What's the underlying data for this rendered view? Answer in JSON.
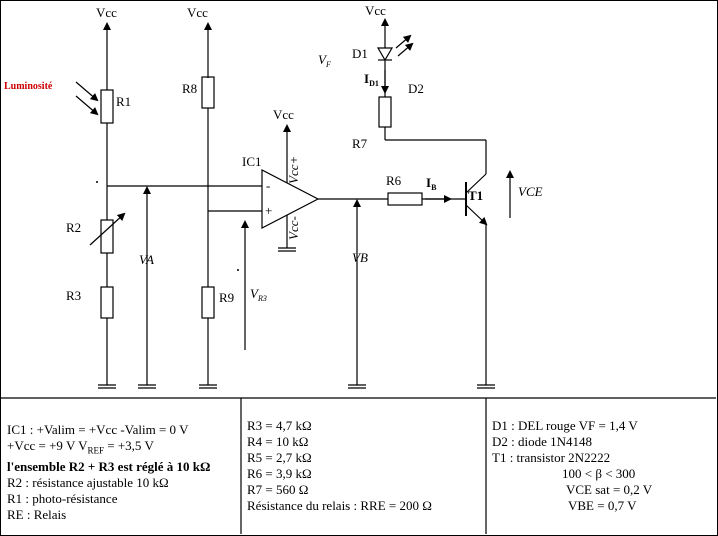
{
  "diagram": {
    "labels": {
      "vcc": "Vcc",
      "luminosite": "Luminosité",
      "r1": "R1",
      "r2": "R2",
      "r3": "R3",
      "r6": "R6",
      "r7": "R7",
      "r8": "R8",
      "r9": "R9",
      "ic1": "IC1",
      "d1": "D1",
      "d2": "D2",
      "t1": "T1",
      "vf": "V",
      "vf_sub": "F",
      "id1": "I",
      "id1_sub": "D1",
      "ib": "I",
      "ib_sub": "B",
      "vce": "VCE",
      "va": "VA",
      "vb": "VB",
      "vr3": "V",
      "vr3_sub": "R3",
      "vcc_plus": "Vcc+",
      "vcc_minus": "Vcc-",
      "minus": "-",
      "plus": "+"
    }
  },
  "table": {
    "col1": [
      "IC1 : +Valim = +Vcc     -Valim = 0 V",
      "+Vcc = +9 V   V",
      "REF",
      " = +3,5 V",
      "l'ensemble R2 + R3 est réglé à 10 kΩ",
      "R2 : résistance ajustable 10 kΩ",
      "R1 : photo-résistance",
      "RE : Relais"
    ],
    "col2": [
      "R3 = 4,7 kΩ",
      "R4 = 10 kΩ",
      "R5 = 2,7 kΩ",
      "R6 = 3,9 kΩ",
      "R7 = 560 Ω",
      "Résistance du relais : RRE = 200 Ω"
    ],
    "col3": [
      "D1 : DEL rouge VF = 1,4 V",
      "D2 : diode 1N4148",
      "T1 : transistor 2N2222",
      "100 < β < 300",
      "VCE sat = 0,2 V",
      "VBE = 0,7 V"
    ]
  }
}
